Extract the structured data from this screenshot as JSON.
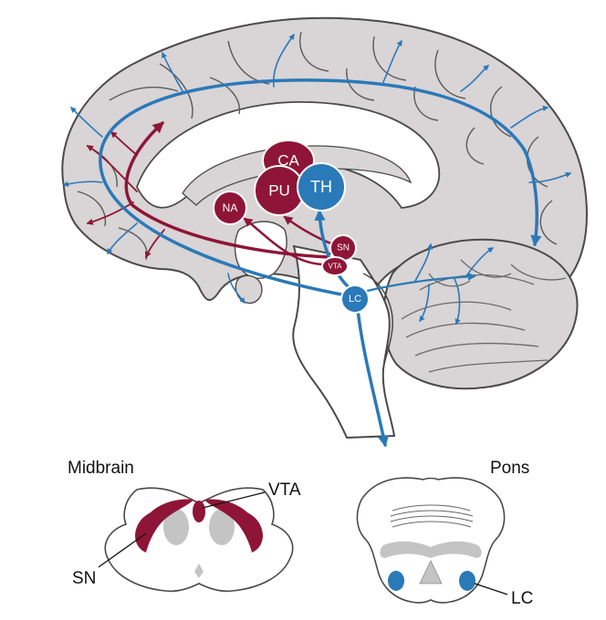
{
  "colors": {
    "dopamine": "#8e1537",
    "norepinephrine": "#2a79b8",
    "brain_fill": "#d9d4d6",
    "outline": "#4a4a4a",
    "section_gray": "#c4c4c4"
  },
  "brain_nuclei": {
    "ca": "CA",
    "pu": "PU",
    "th": "TH",
    "na": "NA",
    "sn": "SN",
    "vta": "VTA",
    "lc": "LC"
  },
  "midbrain_section": {
    "title": "Midbrain",
    "vta_label": "VTA",
    "sn_label": "SN"
  },
  "pons_section": {
    "title": "Pons",
    "lc_label": "LC"
  }
}
